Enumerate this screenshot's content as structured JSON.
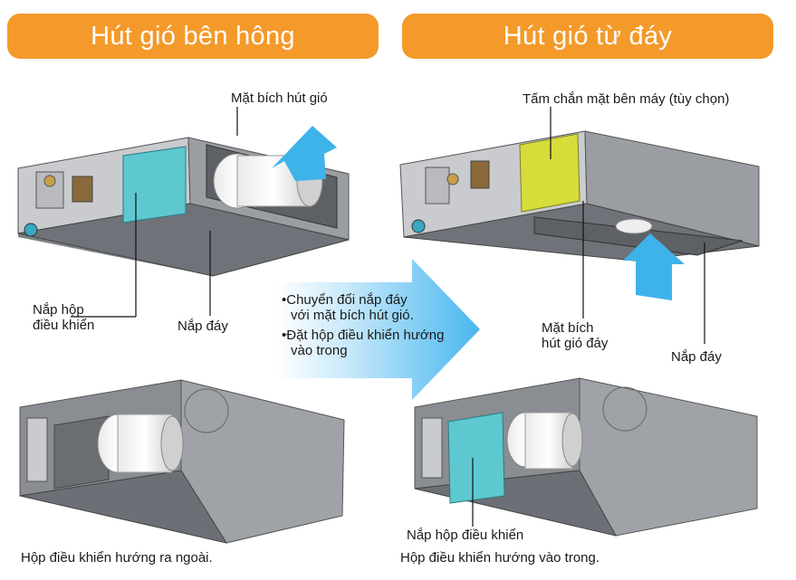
{
  "header": {
    "left_title": "Hút gió bên hông",
    "right_title": "Hút gió từ đáy"
  },
  "left_top": {
    "flange_label": "Mặt bích hút gió",
    "control_cover_label_line1": "Nắp hộp",
    "control_cover_label_line2": "điều khiển",
    "bottom_cover_label": "Nắp đáy"
  },
  "right_top": {
    "side_panel_label": "Tấm chắn mặt bên máy (tùy chọn)",
    "bottom_flange_label_line1": "Mặt bích",
    "bottom_flange_label_line2": "hút gió đáy",
    "bottom_cover_label": "Nắp đáy"
  },
  "transition": {
    "bullet1_line1": "•Chuyển đổi nắp đáy",
    "bullet1_line2": "với mặt bích hút gió.",
    "bullet2_line1": "•Đặt hộp điều khiển hướng",
    "bullet2_line2": "vào trong"
  },
  "right_bottom": {
    "control_cover_label": "Nắp hộp điều khiển"
  },
  "captions": {
    "left": "Hộp điều khiển hướng ra ngoài.",
    "right": "Hộp điều khiển hướng vào trong."
  },
  "colors": {
    "banner": "#f39a2b",
    "cyan_panel": "#5ec8d0",
    "yellow_panel": "#d6dc3a",
    "air_arrow": "#3eb3ea",
    "unit_body": "#8d9096"
  }
}
